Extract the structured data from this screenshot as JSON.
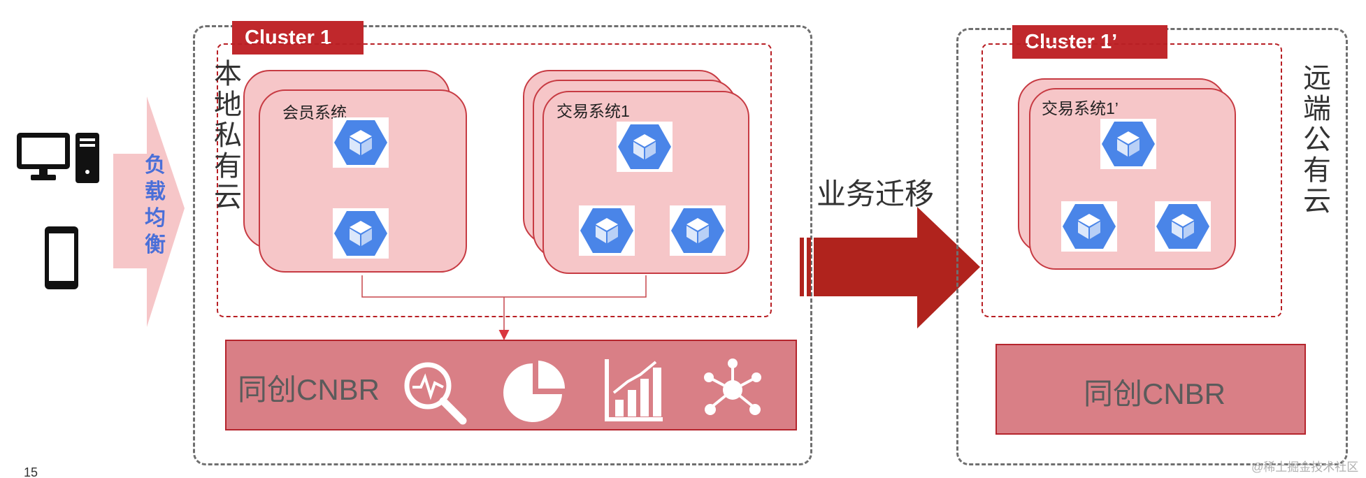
{
  "client": {
    "lb_label": "负载均衡",
    "desktop_icon": "desktop-computer-icon",
    "mobile_icon": "mobile-phone-icon"
  },
  "local": {
    "cluster_label": "Cluster 1",
    "cloud_label": "本地私有云",
    "member_system": "会员系统",
    "trade_system": "交易系统1",
    "cnbr_label": "同创CNBR",
    "tool_icons": [
      "monitor-search-icon",
      "pie-chart-icon",
      "bar-chart-icon",
      "network-icon"
    ]
  },
  "migration": {
    "label": "业务迁移"
  },
  "remote": {
    "cluster_label": "Cluster 1’",
    "cloud_label": "远端公有云",
    "trade_system": "交易系统1’",
    "cnbr_label": "同创CNBR"
  },
  "footer": {
    "page_number": "15",
    "watermark": "@稀土掘金技术社区"
  },
  "colors": {
    "brand_red": "#c0282c",
    "card_fill": "#f6c6c8",
    "cnbr_fill": "#d97f86",
    "node_blue": "#4a85e8"
  }
}
